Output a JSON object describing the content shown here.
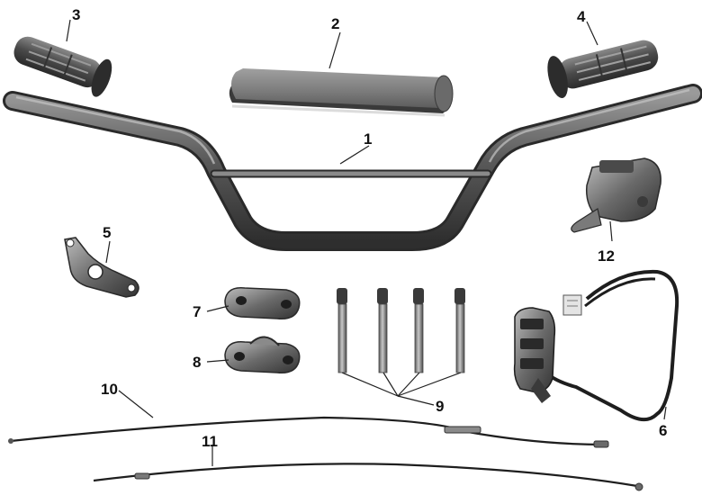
{
  "callouts": [
    {
      "id": "handlebar",
      "label": "1"
    },
    {
      "id": "handlebar-pad",
      "label": "2"
    },
    {
      "id": "left-grip",
      "label": "3"
    },
    {
      "id": "right-grip",
      "label": "4"
    },
    {
      "id": "bracket-plate",
      "label": "5"
    },
    {
      "id": "left-switch",
      "label": "6"
    },
    {
      "id": "upper-holder",
      "label": "7"
    },
    {
      "id": "lower-holder",
      "label": "8"
    },
    {
      "id": "bolts",
      "label": "9"
    },
    {
      "id": "cable-a",
      "label": "10"
    },
    {
      "id": "cable-b",
      "label": "11"
    },
    {
      "id": "throttle-housing",
      "label": "12"
    }
  ],
  "colors": {
    "metal_dark": "#3a3a3a",
    "metal_mid": "#6e6e6e",
    "metal_light": "#a8a8a8",
    "rubber": "#555555",
    "pad": "#8a8a8a",
    "cable": "#1e1e1e"
  }
}
